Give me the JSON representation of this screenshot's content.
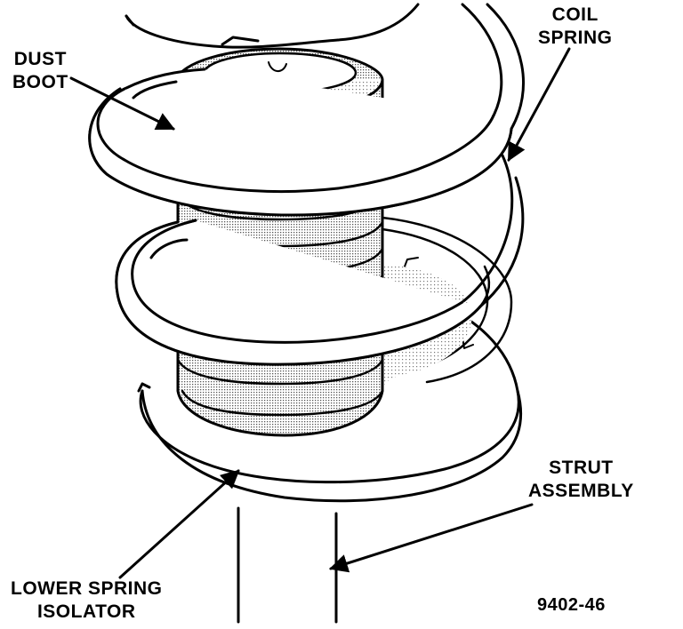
{
  "labels": {
    "coil_spring": [
      "COIL",
      "SPRING"
    ],
    "dust_boot": [
      "DUST",
      "BOOT"
    ],
    "strut_assembly": [
      "STRUT",
      "ASSEMBLY"
    ],
    "lower_spring_isolator": [
      "LOWER SPRING",
      "ISOLATOR"
    ]
  },
  "figure_number": "9402-46"
}
